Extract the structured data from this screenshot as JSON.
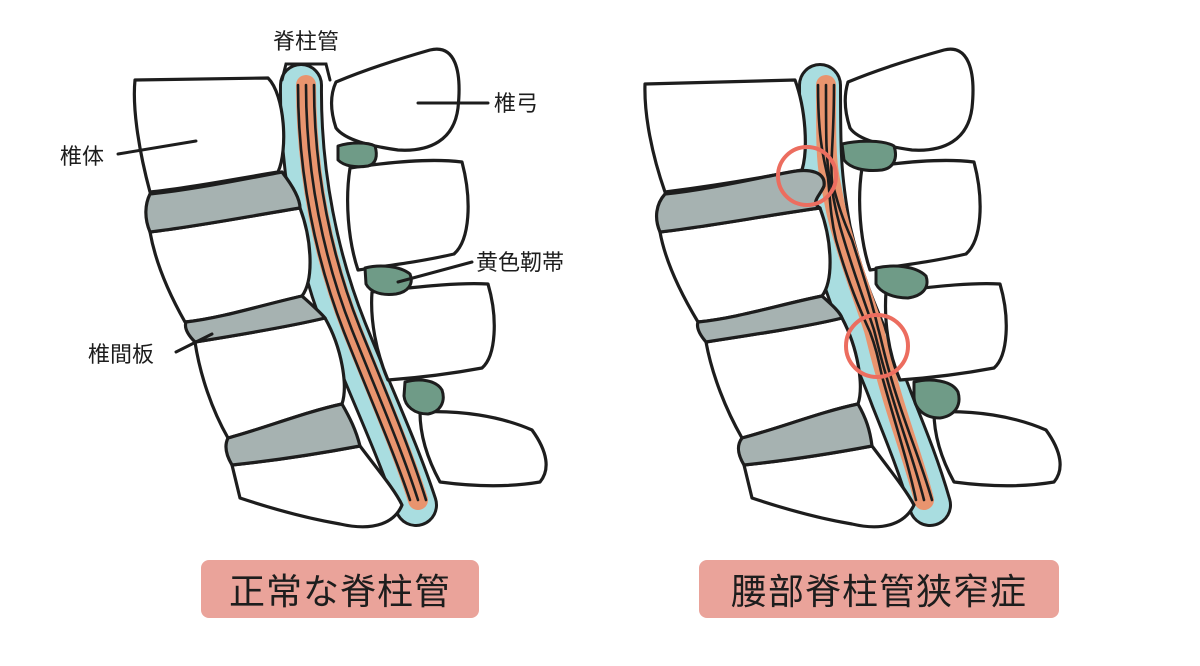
{
  "labels": {
    "spinal_canal": "脊柱管",
    "vertebral_arch": "椎弓",
    "vertebral_body": "椎体",
    "ligamentum_flavum": "黄色靭帯",
    "intervertebral_disc": "椎間板"
  },
  "captions": {
    "normal": "正常な脊柱管",
    "stenosis": "腰部脊柱管狭窄症"
  },
  "colors": {
    "bone": "#ffffff",
    "disc": "#a6b2b1",
    "ligament": "#6f9b87",
    "csf": "#a9dde0",
    "spinal_cord": "#e9946e",
    "highlight": "#ec6d5f",
    "caption_bg": "#eaa39a"
  }
}
